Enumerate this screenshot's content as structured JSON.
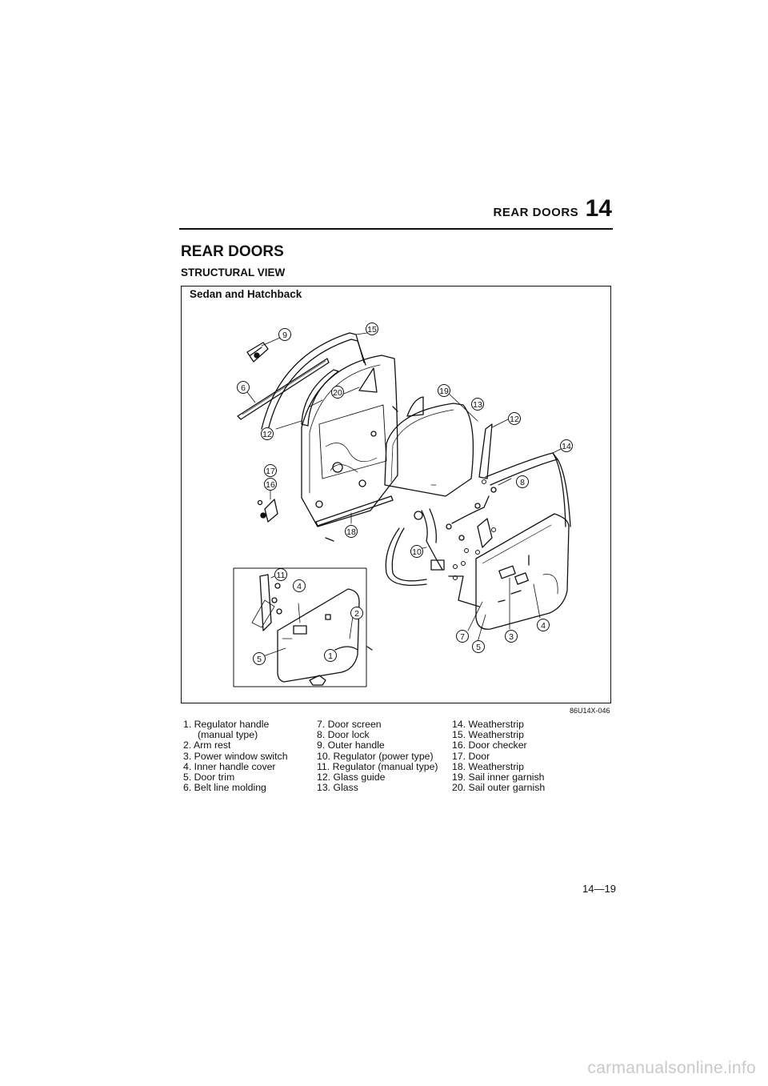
{
  "header": {
    "title": "REAR DOORS",
    "chapter": "14"
  },
  "section_title": "REAR DOORS",
  "subtitle": "STRUCTURAL VIEW",
  "figure": {
    "variant_label": "Sedan and Hatchback",
    "code": "86U14X-046",
    "callouts": {
      "c1": "1",
      "c2": "2",
      "c3": "3",
      "c4": "4",
      "c5": "5",
      "c6": "6",
      "c7": "7",
      "c8": "8",
      "c9": "9",
      "c10": "10",
      "c11": "11",
      "c12": "12",
      "c13": "13",
      "c14": "14",
      "c15": "15",
      "c16": "16",
      "c17": "17",
      "c18": "18",
      "c19": "19",
      "c20": "20"
    }
  },
  "legend": {
    "col1": [
      "1. Regulator handle",
      "(manual type)",
      "2. Arm rest",
      "3. Power window switch",
      "4. Inner handle cover",
      "5. Door trim",
      "6. Belt line molding"
    ],
    "col2": [
      "7. Door screen",
      "8. Door lock",
      "9. Outer handle",
      "10. Regulator (power type)",
      "11. Regulator (manual type)",
      "12. Glass guide",
      "13. Glass"
    ],
    "col3": [
      "14. Weatherstrip",
      "15. Weatherstrip",
      "16. Door checker",
      "17. Door",
      "18. Weatherstrip",
      "19. Sail inner garnish",
      "20. Sail outer garnish"
    ]
  },
  "page_number": "14—19",
  "watermark": "carmanualsonline.info"
}
